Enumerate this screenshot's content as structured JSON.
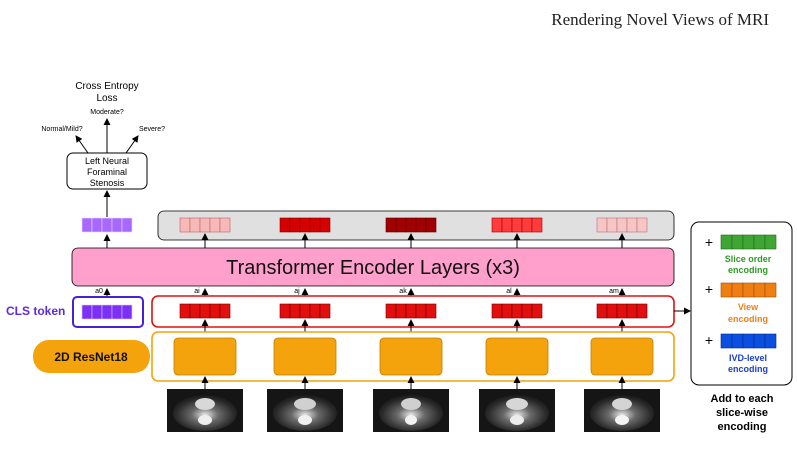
{
  "page_header": "Rendering Novel Views of MRI",
  "loss": {
    "title_line1": "Cross Entropy",
    "title_line2": "Loss"
  },
  "classes": {
    "normal_mild": "Normal/Mild?",
    "moderate": "Moderate?",
    "severe": "Severe?"
  },
  "head": {
    "line1": "Left Neural",
    "line2": "Foraminal",
    "line3": "Stenosis"
  },
  "transformer_label": "Transformer Encoder Layers (x3)",
  "cls_label": "CLS token",
  "backbone_label": "2D ResNet18",
  "token_labels": [
    "a0",
    "ai",
    "aj",
    "ak",
    "al",
    "am"
  ],
  "encodings": {
    "plus": "+",
    "slice_order": {
      "line1": "Slice order",
      "line2": "encoding",
      "color": "#3fa535"
    },
    "view": {
      "line1": "View",
      "line2": "encoding",
      "color": "#f07f13"
    },
    "ivd": {
      "line1": "IVD-level",
      "line2": "encoding",
      "color": "#0b4fe0"
    }
  },
  "add_note": {
    "line1": "Add to each",
    "line2": "slice-wise",
    "line3": "encoding"
  },
  "colors": {
    "transformer": "#ff9fcc",
    "cls": "#7b2ff7",
    "cls_output": "#a867ff",
    "token": "#e20f0f",
    "cnn": "#f4a30d",
    "output_tints": [
      "#f6b9b9",
      "#d50000",
      "#a10000",
      "#ff3b3b",
      "#f6c6c6"
    ]
  },
  "icons": [
    "arrow-icon",
    "plus-icon",
    "mri-slice-image"
  ]
}
